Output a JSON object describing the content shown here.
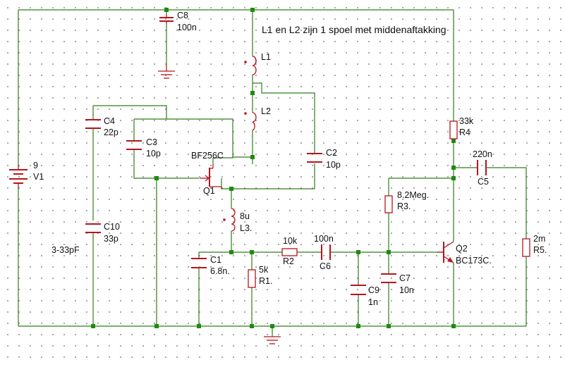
{
  "note": "L1 en L2 zijn 1 spoel met middenaftakking",
  "trimmer_label": "3-33pF",
  "colors": {
    "wire": "#2e7d1a",
    "component": "#b8141b",
    "junction": "#1f8a10",
    "text": "#111111"
  },
  "components": {
    "V1": {
      "name": "V1",
      "value": "9"
    },
    "C8": {
      "name": "C8",
      "value": "100n"
    },
    "L1": {
      "name": "L1",
      "value": ""
    },
    "L2": {
      "name": "L2",
      "value": ""
    },
    "L3": {
      "name": "L3.",
      "value": "8u"
    },
    "C4": {
      "name": "C4",
      "value": "22p"
    },
    "C3": {
      "name": "C3",
      "value": "10p"
    },
    "C10": {
      "name": "C10",
      "value": "33p"
    },
    "Q1": {
      "name": "Q1",
      "value": "BF256C"
    },
    "C2": {
      "name": "C2",
      "value": "10p"
    },
    "C1": {
      "name": "C1",
      "value": "6.8n."
    },
    "R1": {
      "name": "R1.",
      "value": "5k"
    },
    "R2": {
      "name": "R2",
      "value": "10k"
    },
    "C6": {
      "name": "C6",
      "value": "100n"
    },
    "C9": {
      "name": "C9",
      "value": "1n"
    },
    "C7": {
      "name": "C7",
      "value": "10n"
    },
    "R3": {
      "name": "R3.",
      "value": "8.2Meg."
    },
    "R4": {
      "name": "R4",
      "value": "33k"
    },
    "C5": {
      "name": "C5",
      "value": "220n"
    },
    "Q2": {
      "name": "Q2",
      "value": "BC173C."
    },
    "R5": {
      "name": "R5.",
      "value": "2m"
    }
  }
}
